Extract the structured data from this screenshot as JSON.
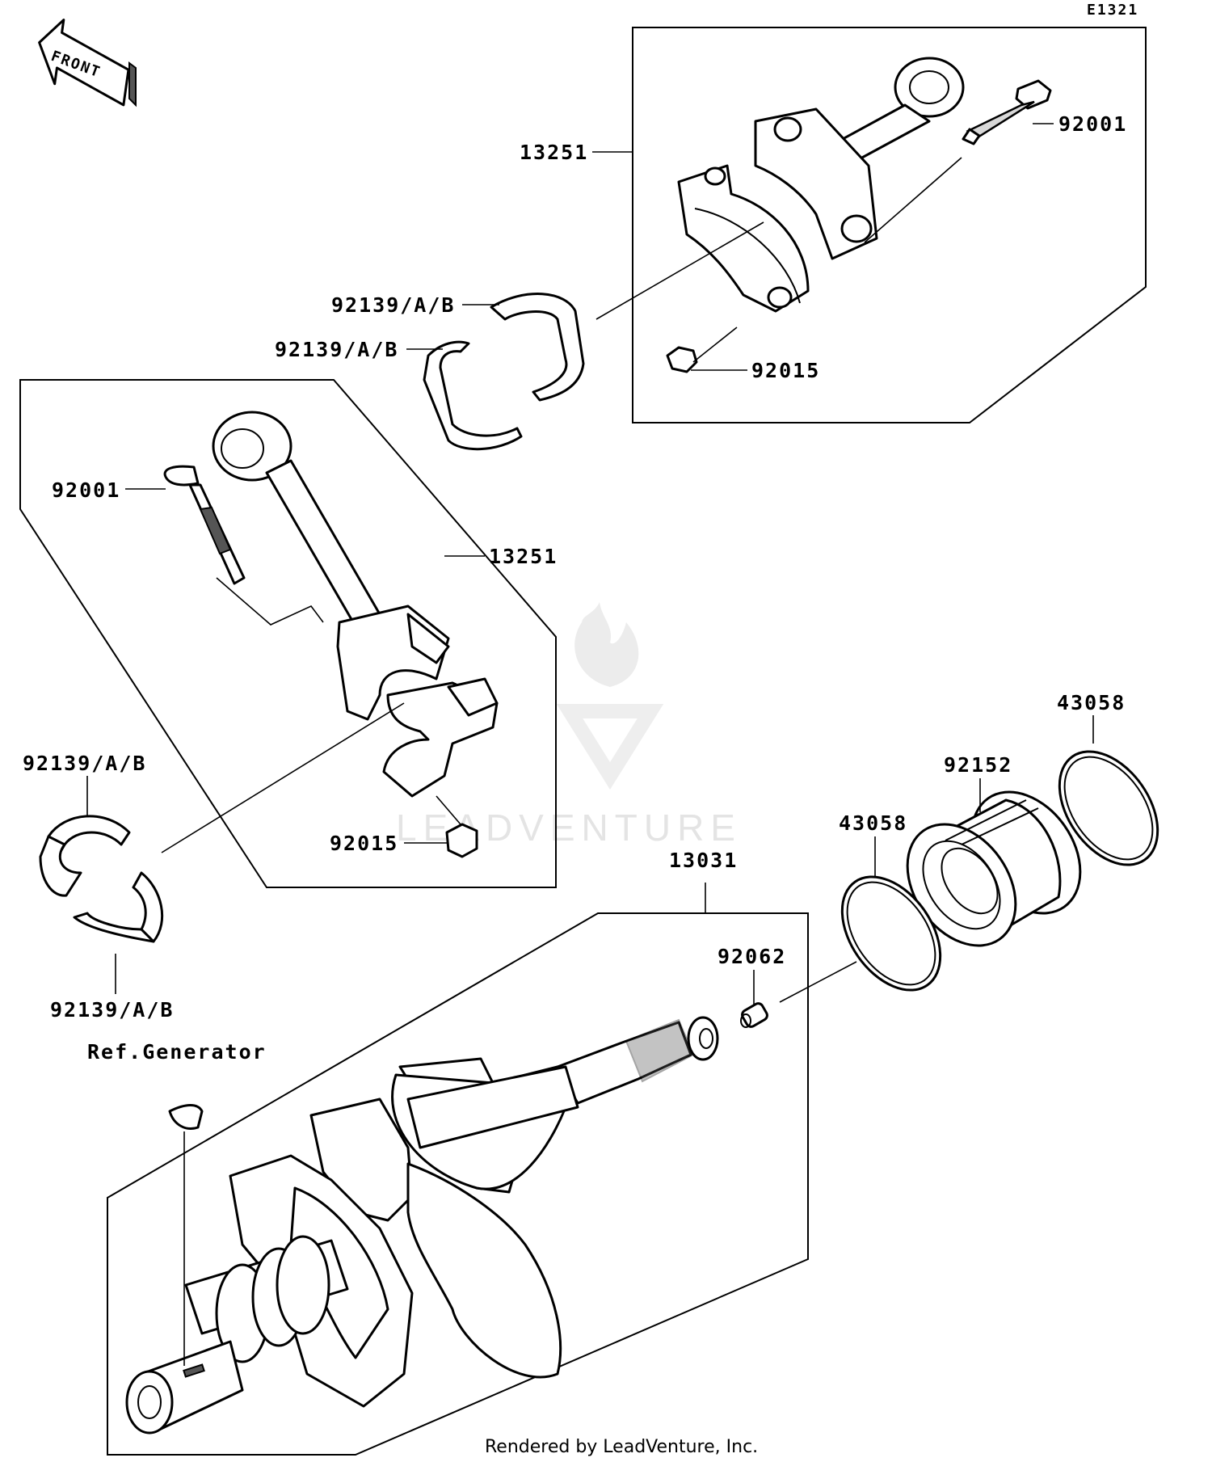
{
  "diagram_id": "E1321",
  "front_label": "FRONT",
  "footer": "Rendered by LeadVenture, Inc.",
  "watermark": "LEADVENTURE",
  "callouts": {
    "conrod_top": "13251",
    "bolt_top": "92001",
    "bearing_upper_1": "92139/A/B",
    "bearing_upper_2": "92139/A/B",
    "nut_top": "92015",
    "bolt_left": "92001",
    "conrod_left": "13251",
    "bearing_left_top": "92139/A/B",
    "nut_left": "92015",
    "bearing_left_bottom": "92139/A/B",
    "ring_right": "43058",
    "bearing_housing": "92152",
    "ring_mid": "43058",
    "crankshaft": "13031",
    "pin": "92062",
    "ref_generator": "Ref.Generator"
  }
}
